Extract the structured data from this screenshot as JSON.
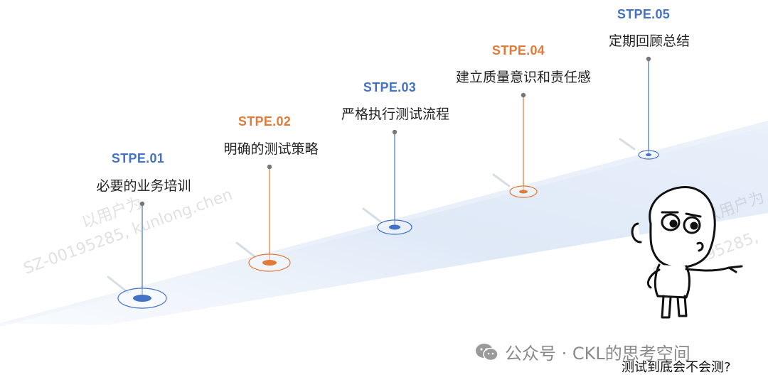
{
  "steps": [
    {
      "title": "STPE.01",
      "desc": "必要的业务培训",
      "color": "#4472c4"
    },
    {
      "title": "STPE.02",
      "desc": "明确的测试策略",
      "color": "#e07b39"
    },
    {
      "title": "STPE.03",
      "desc": "严格执行测试流程",
      "color": "#4472c4"
    },
    {
      "title": "STPE.04",
      "desc": "建立质量意识和责任感",
      "color": "#e07b39"
    },
    {
      "title": "STPE.05",
      "desc": "定期回顾总结",
      "color": "#4472c4"
    }
  ],
  "watermarks": {
    "line1": "以用户为",
    "line2": "SZ-00195285, kunlong.chen",
    "line3": "以用户为",
    "line4": "SZ-00195285,"
  },
  "footer": {
    "icon": "wechat-icon",
    "text": "公众号 · CKL的思考空间"
  },
  "caption": "测试到底会不会测?",
  "colors": {
    "blue": "#4472c4",
    "orange": "#e07b39",
    "road": "#dde8f6"
  }
}
